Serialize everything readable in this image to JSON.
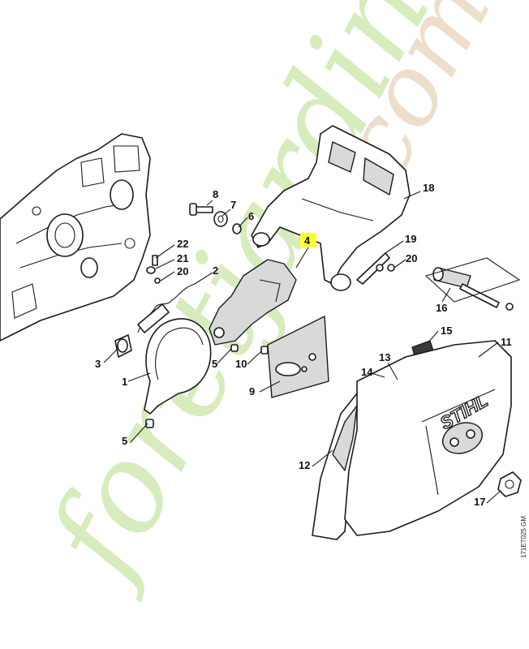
{
  "diagram": {
    "ref_code": "171ET025 GM",
    "brand": "STIHL",
    "highlighted_part": "4",
    "highlight_color": "#ffff33",
    "watermark": {
      "text_main": "foretjardin",
      "text_suffix": ".com",
      "color_main": "#c9e6a6",
      "color_suffix": "#ead9c4"
    },
    "callouts": [
      {
        "id": "c1",
        "label": "1"
      },
      {
        "id": "c2",
        "label": "2"
      },
      {
        "id": "c3",
        "label": "3"
      },
      {
        "id": "c4",
        "label": "4"
      },
      {
        "id": "c5a",
        "label": "5"
      },
      {
        "id": "c5b",
        "label": "5"
      },
      {
        "id": "c6",
        "label": "6"
      },
      {
        "id": "c7",
        "label": "7"
      },
      {
        "id": "c8",
        "label": "8"
      },
      {
        "id": "c9",
        "label": "9"
      },
      {
        "id": "c10",
        "label": "10"
      },
      {
        "id": "c11",
        "label": "11"
      },
      {
        "id": "c12",
        "label": "12"
      },
      {
        "id": "c13",
        "label": "13"
      },
      {
        "id": "c14",
        "label": "14"
      },
      {
        "id": "c15",
        "label": "15"
      },
      {
        "id": "c16",
        "label": "16"
      },
      {
        "id": "c17",
        "label": "17"
      },
      {
        "id": "c18",
        "label": "18"
      },
      {
        "id": "c19",
        "label": "19"
      },
      {
        "id": "c20a",
        "label": "20"
      },
      {
        "id": "c20b",
        "label": "20"
      },
      {
        "id": "c21",
        "label": "21"
      },
      {
        "id": "c22",
        "label": "22"
      }
    ]
  }
}
